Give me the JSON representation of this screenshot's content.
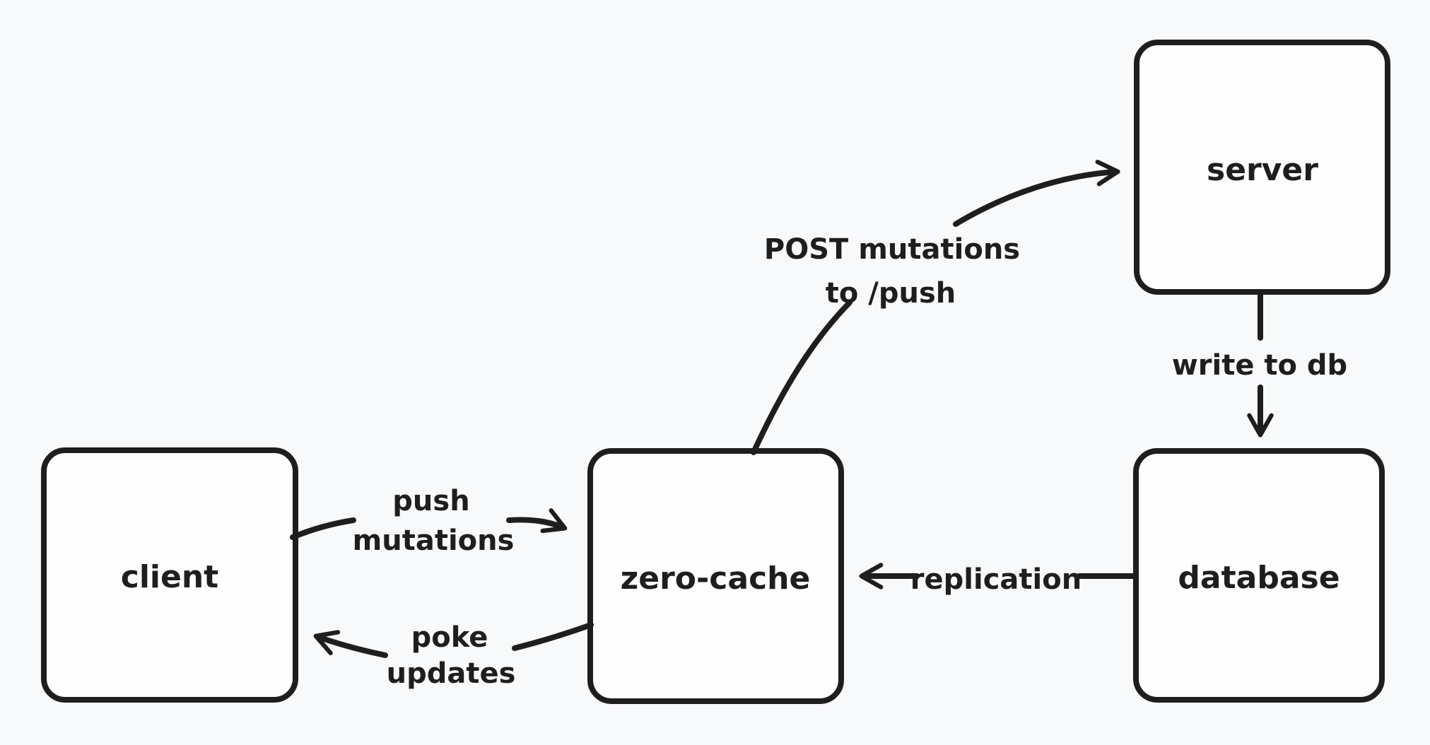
{
  "canvas": {
    "background": "#f8f9fb",
    "stroke_color": "#1e1e1e",
    "node_fill": "#fefefe"
  },
  "nodes": {
    "client": {
      "label": "client"
    },
    "zero_cache": {
      "label": "zero-cache"
    },
    "server": {
      "label": "server"
    },
    "database": {
      "label": "database"
    }
  },
  "edges": {
    "push_mutations": {
      "from": "client",
      "to": "zero-cache",
      "line1": "push",
      "line2": "mutations"
    },
    "poke_updates": {
      "from": "zero-cache",
      "to": "client",
      "line1": "poke",
      "line2": "updates"
    },
    "post_mutations": {
      "from": "zero-cache",
      "to": "server",
      "line1": "POST mutations",
      "line2": "to /push"
    },
    "write_to_db": {
      "from": "server",
      "to": "database",
      "label": "write to db"
    },
    "replication": {
      "from": "database",
      "to": "zero-cache",
      "label": "replication"
    }
  }
}
